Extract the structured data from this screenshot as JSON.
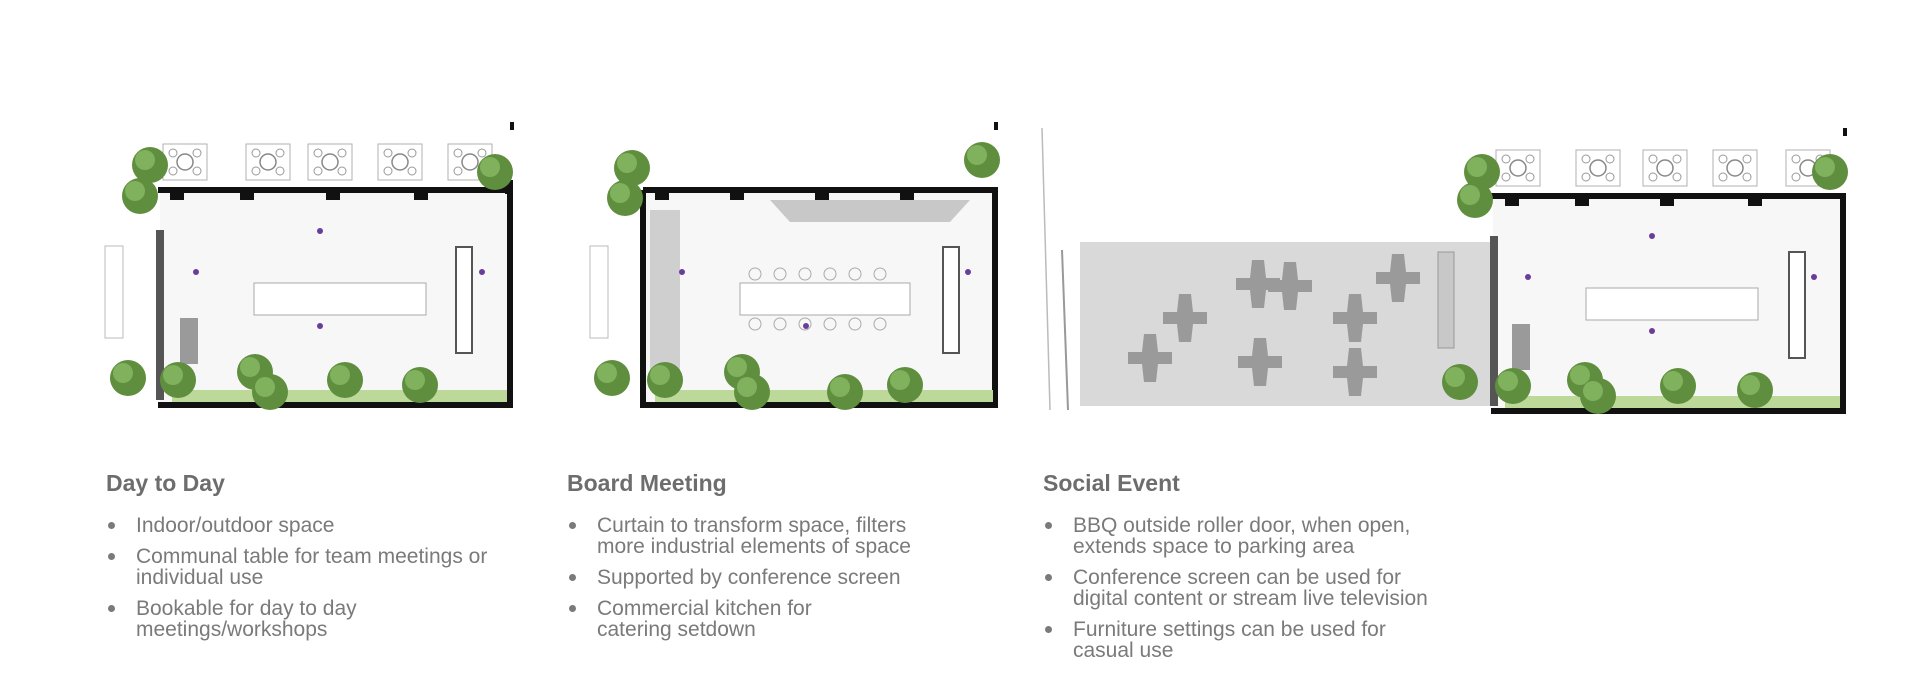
{
  "colors": {
    "wall": "#111111",
    "floor": "#f7f7f7",
    "tree": "#5f8f3e",
    "tree_light": "#8fbf6b",
    "lawn": "#bcd99a",
    "carpark": "#d9d9d9",
    "accent": "#6a3d9a",
    "text": "#7a7a7a",
    "heading": "#6d6d6d"
  },
  "icons": [
    "tree-icon",
    "chair-icon",
    "table-icon",
    "bullet-icon"
  ],
  "panels": [
    {
      "title": "Day to Day",
      "bullets": [
        [
          "Indoor/outdoor space"
        ],
        [
          "Communal table for team meetings or",
          "individual use"
        ],
        [
          "Bookable for day to day",
          "meetings/workshops"
        ]
      ]
    },
    {
      "title": "Board Meeting",
      "bullets": [
        [
          "Curtain to transform space, filters",
          "more industrial elements of space"
        ],
        [
          "Supported by conference screen"
        ],
        [
          "Commercial kitchen for",
          "catering setdown"
        ]
      ]
    },
    {
      "title": "Social Event",
      "bullets": [
        [
          "BBQ outside roller door, when open,",
          "extends space to parking area"
        ],
        [
          "Conference screen can be used for",
          "digital content or stream live television"
        ],
        [
          "Furniture settings can be used for",
          "casual use"
        ]
      ]
    }
  ]
}
